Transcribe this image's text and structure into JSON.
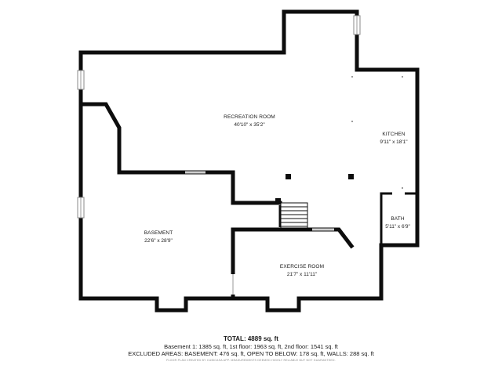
{
  "rooms": {
    "recreation": {
      "name": "RECREATION ROOM",
      "dims": "40'10\" x 35'2\""
    },
    "kitchen": {
      "name": "KITCHEN",
      "dims": "9'11\" x 18'1\""
    },
    "bath": {
      "name": "BATH",
      "dims": "5'11\" x 6'9\""
    },
    "basement": {
      "name": "BASEMENT",
      "dims": "22'6\" x 28'9\""
    },
    "exercise": {
      "name": "EXERCISE ROOM",
      "dims": "21'7\" x 11'11\""
    }
  },
  "footer": {
    "total_label": "TOTAL:",
    "total_value": "4889 sq. ft",
    "breakdown": "Basement 1: 1385 sq. ft, 1st floor: 1963 sq. ft, 2nd floor: 1541 sq. ft",
    "excluded": "EXCLUDED AREAS: BASEMENT: 476 sq. ft, OPEN TO BELOW: 178 sq. ft, WALLS: 288 sq. ft",
    "disclaimer": "FLOOR PLAN CREATED BY CUBICASA APP. MEASUREMENTS DEEMED HIGHLY RELIABLE BUT NOT GUARANTEED."
  }
}
